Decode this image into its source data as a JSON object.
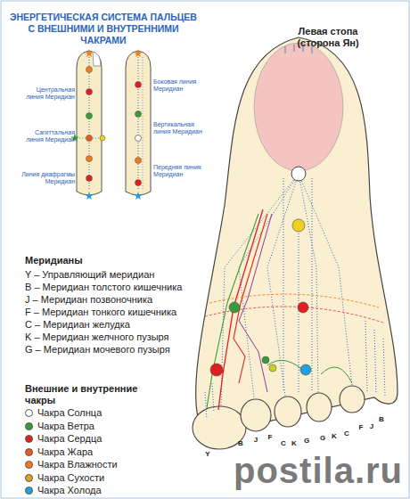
{
  "diagram": {
    "title": "ЭНЕРГЕТИЧЕСКАЯ СИСТЕМА ПАЛЬЦЕВ С ВНЕШНИМИ И ВНУТРЕННИМИ ЧАКРАМИ",
    "labels": [
      "Центральная линия Меридиан",
      "Сагиттальная линия Меридиан",
      "Линия диафрагмы Меридиан",
      "Боковая линия Меридиан",
      "Вертикальная линия Меридиан",
      "Передняя линия Меридиан",
      "Левая стопа (сторона Ян)",
      "Меридианы",
      "Внешние и внутренние чакры",
      "Y",
      "B",
      "J",
      "F",
      "C",
      "K",
      "G",
      "G",
      "K",
      "C",
      "F",
      "J",
      "B",
      "postila.ru"
    ],
    "legend": [
      {
        "text": "Y – Управляющий меридиан"
      },
      {
        "text": "B – Меридиан толстого кишечника"
      },
      {
        "text": "J – Меридиан позвоночника"
      },
      {
        "text": "F – Меридиан тонкого кишечника"
      },
      {
        "text": "C – Меридиан желудка"
      },
      {
        "text": "K – Меридиан желчного пузыря"
      },
      {
        "text": "G – Меридиан мочевого пузыря"
      },
      {
        "text": "Чакра Солнца",
        "color": "#ffffff"
      },
      {
        "text": "Чакра Ветра",
        "color": "#3a9a3a"
      },
      {
        "text": "Чакра Сердца",
        "color": "#e02020"
      },
      {
        "text": "Чакра Жара",
        "color": "#e85a20"
      },
      {
        "text": "Чакра Влажности",
        "color": "#f07a20"
      },
      {
        "text": "Чакра Сухости",
        "color": "#e0a020"
      },
      {
        "text": "Чакра Холода",
        "color": "#20a0e0"
      }
    ]
  }
}
